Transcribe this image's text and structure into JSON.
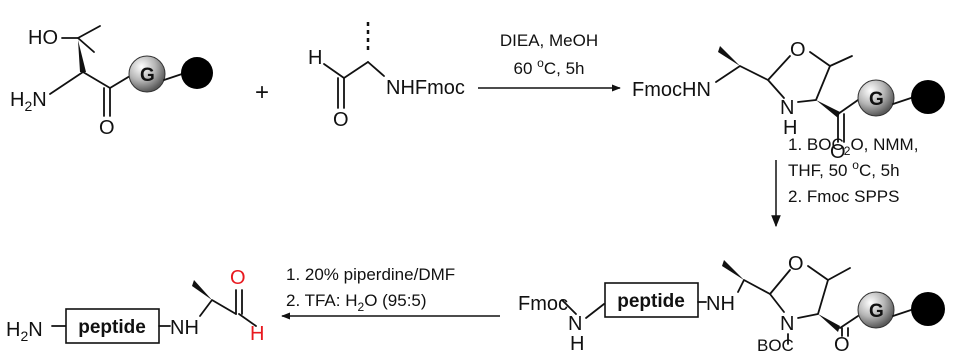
{
  "reaction_1": {
    "conditions_line1": "DIEA, MeOH",
    "conditions_line2_prefix": "60 ",
    "conditions_line2_sup": "o",
    "conditions_line2_suffix": "C, 5h"
  },
  "reaction_2": {
    "step1_a_prefix": "1. BOC",
    "step1_a_sub": "2",
    "step1_a_suffix": "O, NMM,",
    "step1_b_prefix": "THF, 50 ",
    "step1_b_sup": "o",
    "step1_b_suffix": "C, 5h",
    "step2": "2. Fmoc SPPS"
  },
  "reaction_3": {
    "step1": "1. 20% piperdine/DMF",
    "step2_prefix": "2. TFA: H",
    "step2_sub": "2",
    "step2_suffix": "O (95:5)"
  },
  "labels": {
    "ho": "HO",
    "h2n_h": "H",
    "h2n_sub": "2",
    "h2n_n": "N",
    "o": "O",
    "g": "G",
    "plus": "+",
    "h": "H",
    "nhfmoc": "NHFmoc",
    "fmochn": "FmocHN",
    "n": "N",
    "nh": "NH",
    "fmoc": "Fmoc",
    "boc": "BOC",
    "peptide": "peptide"
  },
  "colors": {
    "aldehyde": "#e8191f"
  }
}
